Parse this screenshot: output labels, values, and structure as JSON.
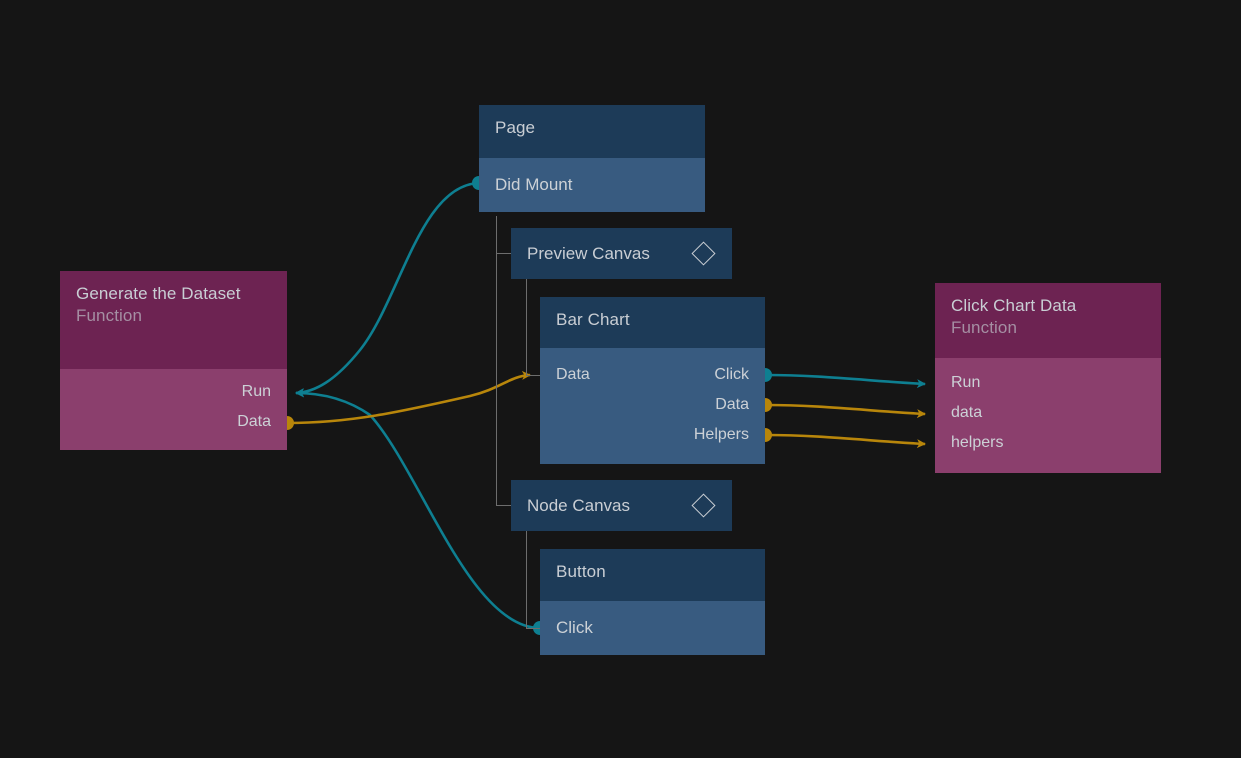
{
  "theme": {
    "background": "#151515",
    "blue_header": "#1d3b58",
    "blue_body": "#385b80",
    "magenta_header": "#6d2352",
    "magenta_body": "#8b3f6d",
    "text": "#ccd1d6",
    "muted_text": "#a58fa3",
    "exec_link": "#0e7f91",
    "data_link": "#b8860b",
    "tree_line": "#6d6d6d"
  },
  "nodes": {
    "generate_dataset": {
      "title": "Generate the Dataset",
      "subtitle": "Function",
      "ports": {
        "run": "Run",
        "data": "Data"
      }
    },
    "page": {
      "title": "Page",
      "ports": {
        "did_mount": "Did Mount"
      }
    },
    "preview_canvas": {
      "title": "Preview Canvas",
      "icon": "diamond-icon"
    },
    "bar_chart": {
      "title": "Bar Chart",
      "ports": {
        "data_in": "Data",
        "click_out": "Click",
        "data_out": "Data",
        "helpers_out": "Helpers"
      }
    },
    "node_canvas": {
      "title": "Node Canvas",
      "icon": "diamond-icon"
    },
    "button": {
      "title": "Button",
      "ports": {
        "click": "Click"
      }
    },
    "click_chart_data": {
      "title": "Click Chart Data",
      "subtitle": "Function",
      "ports": {
        "run": "Run",
        "data": "data",
        "helpers": "helpers"
      }
    }
  },
  "connections": [
    {
      "from": "page.did_mount",
      "to": "generate_dataset.run",
      "type": "exec"
    },
    {
      "from": "button.click",
      "to": "generate_dataset.run",
      "type": "exec"
    },
    {
      "from": "generate_dataset.data",
      "to": "bar_chart.data_in",
      "type": "data"
    },
    {
      "from": "bar_chart.click_out",
      "to": "click_chart_data.run",
      "type": "exec"
    },
    {
      "from": "bar_chart.data_out",
      "to": "click_chart_data.data",
      "type": "data"
    },
    {
      "from": "bar_chart.helpers_out",
      "to": "click_chart_data.helpers",
      "type": "data"
    }
  ]
}
